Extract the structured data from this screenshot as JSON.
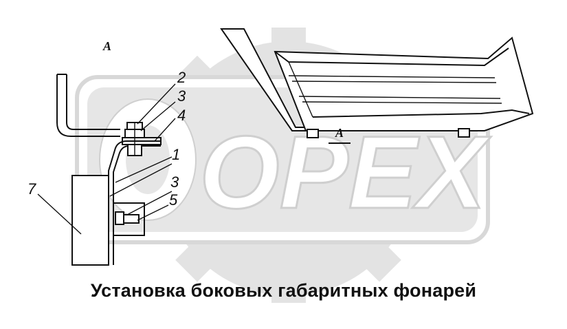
{
  "watermark": {
    "text": "OPEX"
  },
  "view_labels": {
    "top_left": "А",
    "bottom": "А"
  },
  "callouts": {
    "c1": "1",
    "c2": "2",
    "c3a": "3",
    "c4": "4",
    "c3b": "3",
    "c5": "5",
    "c7": "7"
  },
  "caption": "Установка боковых габаритных фонарей",
  "colors": {
    "watermark_gray": "#e3e3e3",
    "line": "#111111"
  }
}
